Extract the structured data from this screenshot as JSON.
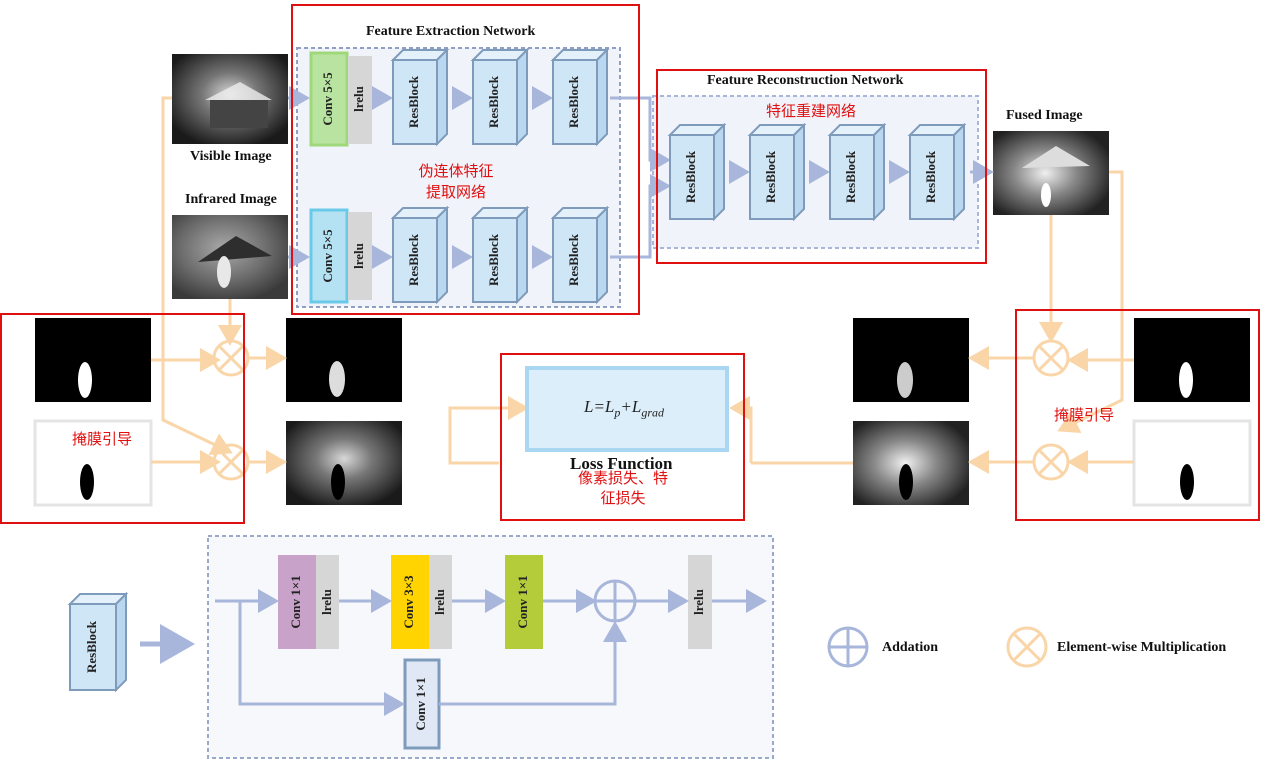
{
  "extraction": {
    "title": "Feature Extraction Network",
    "cn_label_line1": "伪连体特征",
    "cn_label_line2": "提取网络"
  },
  "reconstruction": {
    "title": "Feature Reconstruction Network",
    "cn_label": "特征重建网络"
  },
  "inputs": {
    "visible": "Visible Image",
    "infrared": "Infrared Image",
    "fused": "Fused Image"
  },
  "layers": {
    "conv5": "Conv 5×5",
    "lrelu": "lrelu",
    "resblock": "ResBlock",
    "conv1": "Conv 1×1",
    "conv3": "Conv 3×3"
  },
  "loss": {
    "title": "Loss Function",
    "formula_L": "L=L",
    "sub_p": "p",
    "plus": "+L",
    "sub_grad": "grad",
    "cn_label_line1": "像素损失、特",
    "cn_label_line2": "征损失"
  },
  "mask": {
    "cn_label_left": "掩膜引导",
    "cn_label_right": "掩膜引导"
  },
  "legend": {
    "addition": "Addation",
    "multiplication": "Element-wise Multiplication"
  },
  "colors": {
    "block_fill": "#cfe6f7",
    "block_stroke": "#7f9bbb",
    "arrow_blue": "#a7b6da",
    "arrow_orange": "#f9d5a8",
    "highlight_red": "#e01010",
    "conv5_top": "#9fd87a",
    "conv5_bottom": "#6ac8e8",
    "conv1_purple": "#c9a2c9",
    "conv3_yellow": "#ffd400",
    "conv1_green": "#b5cc3a",
    "lrelu_gray": "#d6d6d6"
  }
}
